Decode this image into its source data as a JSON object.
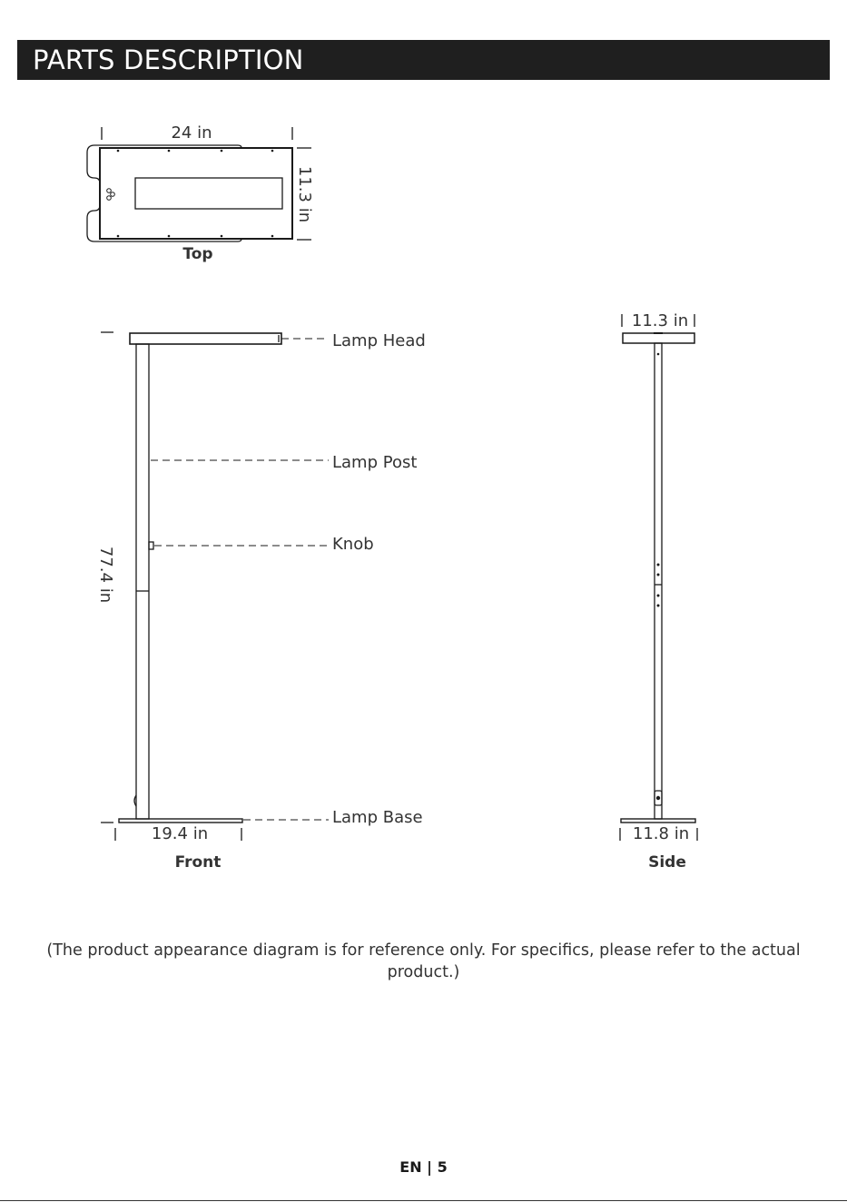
{
  "header": {
    "title": "PARTS DESCRIPTION"
  },
  "top_view": {
    "width_dim": "24 in",
    "depth_dim": "11.3 in",
    "caption": "Top"
  },
  "front_view": {
    "height_dim": "77.4 in",
    "base_width_dim": "19.4 in",
    "caption": "Front",
    "labels": {
      "lamp_head": "Lamp Head",
      "lamp_post": "Lamp Post",
      "knob": "Knob",
      "lamp_base": "Lamp Base"
    }
  },
  "side_view": {
    "head_dim": "11.3 in",
    "base_dim": "11.8 in",
    "caption": "Side"
  },
  "note": "(The product appearance diagram is for reference only. For specifics, please refer to the actual product.)",
  "footer": {
    "lang": "EN",
    "separator": "|",
    "page": "5"
  },
  "colors": {
    "header_bg": "#1f1f1f",
    "header_text": "#ffffff",
    "line": "#1a1a1a"
  }
}
